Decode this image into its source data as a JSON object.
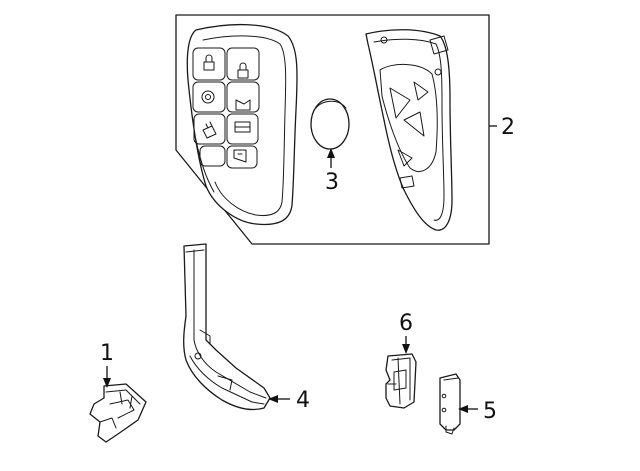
{
  "diagram": {
    "colors": {
      "line": "#1a1a1a",
      "background": "#ffffff"
    },
    "callouts": [
      {
        "id": "1",
        "label": "1"
      },
      {
        "id": "2",
        "label": "2"
      },
      {
        "id": "3",
        "label": "3"
      },
      {
        "id": "4",
        "label": "4"
      },
      {
        "id": "5",
        "label": "5"
      },
      {
        "id": "6",
        "label": "6"
      }
    ]
  }
}
